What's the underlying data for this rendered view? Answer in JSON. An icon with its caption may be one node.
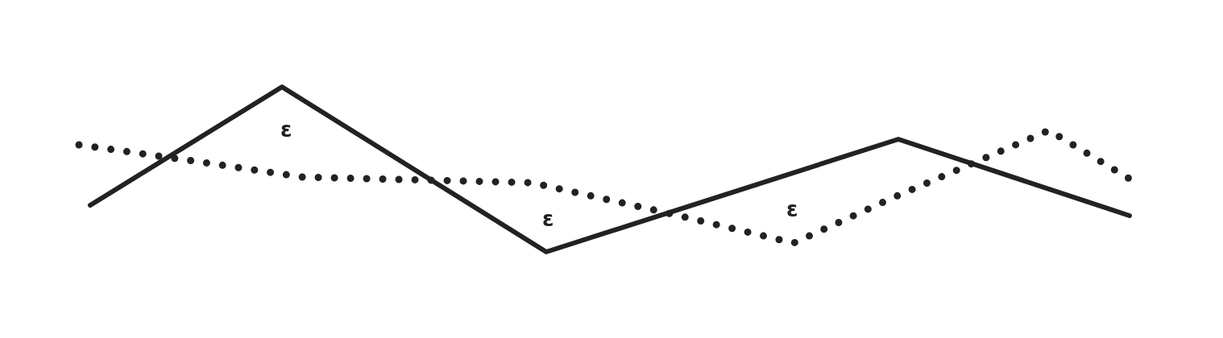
{
  "diagram": {
    "labels": [
      "ε",
      "ε",
      "ε"
    ]
  }
}
